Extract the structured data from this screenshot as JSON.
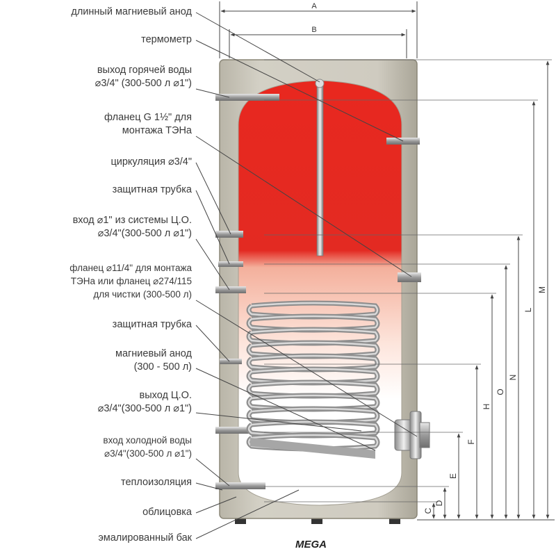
{
  "caption": "MEGA",
  "labels": [
    {
      "id": "long-anode",
      "lines": [
        "длинный магниевый анод"
      ]
    },
    {
      "id": "thermometer",
      "lines": [
        "термометр"
      ]
    },
    {
      "id": "hot-out",
      "lines": [
        "выход горячей воды",
        "⌀3/4\" (300-500 л ⌀1\")"
      ]
    },
    {
      "id": "flange-g",
      "lines": [
        "фланец G 1½\" для",
        "монтажа ТЭНа"
      ]
    },
    {
      "id": "circulation",
      "lines": [
        "циркуляция ⌀3/4\""
      ]
    },
    {
      "id": "prot-tube-1",
      "lines": [
        "защитная трубка"
      ]
    },
    {
      "id": "co-in",
      "lines": [
        "вход ⌀1\" из системы Ц.О.",
        "⌀3/4\"(300-500 л ⌀1\")"
      ]
    },
    {
      "id": "flange-114",
      "lines": [
        "фланец ⌀11/4\" для монтажа",
        "ТЭНа или фланец ⌀274/115",
        "для чистки (300-500 л)"
      ]
    },
    {
      "id": "prot-tube-2",
      "lines": [
        "защитная трубка"
      ]
    },
    {
      "id": "mg-anode",
      "lines": [
        "магниевый анод",
        "(300 - 500 л)"
      ]
    },
    {
      "id": "co-out",
      "lines": [
        "выход Ц.О.",
        "⌀3/4\"(300-500 л ⌀1\")"
      ]
    },
    {
      "id": "cold-in",
      "lines": [
        "вход холодной воды",
        "⌀3/4\"(300-500 л ⌀1\")"
      ]
    },
    {
      "id": "insulation",
      "lines": [
        "теплоизоляция"
      ]
    },
    {
      "id": "casing",
      "lines": [
        "облицовка"
      ]
    },
    {
      "id": "enamel-tank",
      "lines": [
        "эмалированный бак"
      ]
    }
  ],
  "dimensions": {
    "top": [
      "A",
      "B"
    ],
    "right": [
      "C",
      "D",
      "E",
      "F",
      "H",
      "O",
      "N",
      "L",
      "M"
    ]
  },
  "colors": {
    "casing": "#c9c6ba",
    "hot": "#e0201e",
    "mid": "#f6b9a6",
    "cold": "#ffffff",
    "coil": "#a9a9a9",
    "line": "#555555"
  }
}
